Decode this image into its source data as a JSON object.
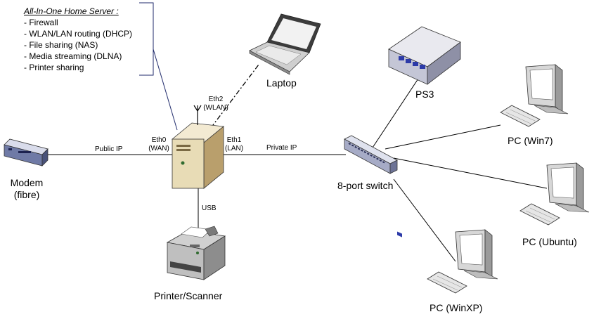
{
  "server_notes": {
    "title": "All-In-One Home Server :",
    "features": [
      "Firewall",
      "WLAN/LAN routing (DHCP)",
      "File sharing (NAS)",
      "Media streaming  (DLNA)",
      "Printer sharing"
    ]
  },
  "nodes": {
    "modem": {
      "line1": "Modem",
      "line2": "(fibre)"
    },
    "laptop": "Laptop",
    "ps3": "PS3",
    "switch": "8-port switch",
    "pc_win7": "PC (Win7)",
    "pc_ubuntu": "PC (Ubuntu)",
    "pc_winxp": "PC (WinXP)",
    "printer": "Printer/Scanner"
  },
  "ports": {
    "eth0": {
      "line1": "Eth0",
      "line2": "(WAN)"
    },
    "eth1": {
      "line1": "Eth1",
      "line2": "(LAN)"
    },
    "eth2": {
      "line1": "Eth2",
      "line2": "(WLAN)"
    }
  },
  "links": {
    "public_ip": "Public IP",
    "private_ip": "Private IP",
    "usb": "USB"
  }
}
